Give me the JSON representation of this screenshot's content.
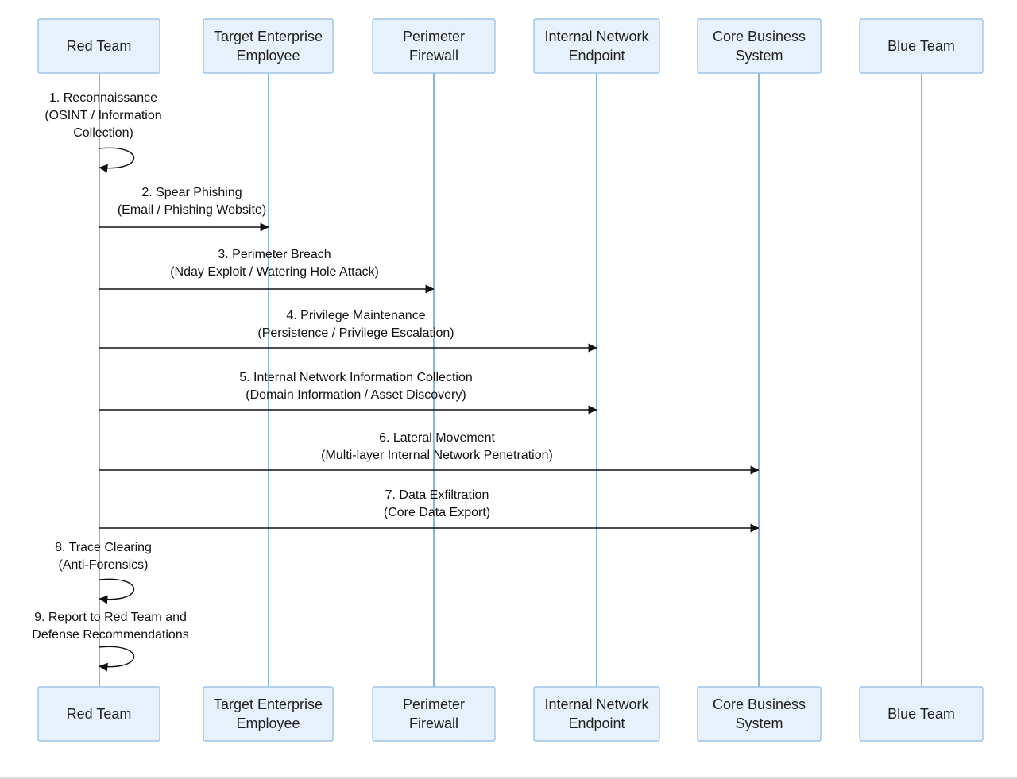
{
  "participants": [
    {
      "id": "red",
      "lines": [
        "Red Team"
      ]
    },
    {
      "id": "employee",
      "lines": [
        "Target Enterprise",
        "Employee"
      ]
    },
    {
      "id": "firewall",
      "lines": [
        "Perimeter",
        "Firewall"
      ]
    },
    {
      "id": "endpoint",
      "lines": [
        "Internal Network",
        "Endpoint"
      ]
    },
    {
      "id": "core",
      "lines": [
        "Core Business",
        "System"
      ]
    },
    {
      "id": "blue",
      "lines": [
        "Blue Team"
      ]
    }
  ],
  "messages": [
    {
      "from": "red",
      "to": "red",
      "lines": [
        "1. Reconnaissance",
        "(OSINT / Information",
        "Collection)"
      ]
    },
    {
      "from": "red",
      "to": "employee",
      "lines": [
        "2. Spear Phishing",
        "(Email / Phishing Website)"
      ]
    },
    {
      "from": "red",
      "to": "firewall",
      "lines": [
        "3. Perimeter Breach",
        "(Nday Exploit / Watering Hole Attack)"
      ]
    },
    {
      "from": "red",
      "to": "endpoint",
      "lines": [
        "4. Privilege Maintenance",
        "(Persistence / Privilege Escalation)"
      ]
    },
    {
      "from": "red",
      "to": "endpoint",
      "lines": [
        "5. Internal Network Information Collection",
        "(Domain Information / Asset Discovery)"
      ]
    },
    {
      "from": "red",
      "to": "core",
      "lines": [
        "6. Lateral Movement",
        "(Multi-layer Internal Network Penetration)"
      ]
    },
    {
      "from": "red",
      "to": "core",
      "lines": [
        "7. Data Exfiltration",
        "(Core Data Export)"
      ]
    },
    {
      "from": "red",
      "to": "red",
      "lines": [
        "8. Trace Clearing",
        "(Anti-Forensics)"
      ]
    },
    {
      "from": "red",
      "to": "red",
      "lines": [
        "9. Report to Red Team and",
        "Defense Recommendations"
      ]
    }
  ],
  "colors": {
    "box_fill": "#e6f1fb",
    "box_border": "#9fc4e8",
    "lifeline": "#6aa3dc",
    "arrow": "#111111",
    "text": "#1f1f1f"
  }
}
